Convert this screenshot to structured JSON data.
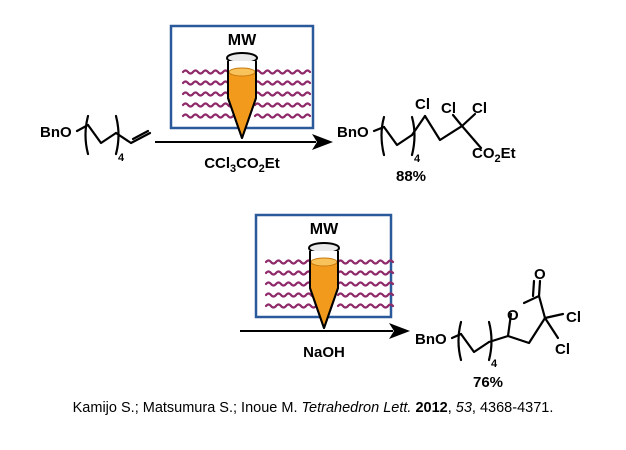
{
  "reaction1": {
    "reactant": {
      "protecting_group": "BnO",
      "chain_repeat": "4"
    },
    "reagent": {
      "main": "CCl",
      "sub1": "3",
      "mid": "CO",
      "sub2": "2",
      "end": "Et"
    },
    "microwave_label": "MW",
    "product": {
      "protecting_group": "BnO",
      "chain_repeat": "4",
      "chloro": "Cl",
      "ester_main": "CO",
      "ester_sub": "2",
      "ester_end": "Et"
    },
    "yield": "88%"
  },
  "reaction2": {
    "reagent": "NaOH",
    "microwave_label": "MW",
    "product": {
      "protecting_group": "BnO",
      "chain_repeat": "4",
      "ring_oxygen": "O",
      "carbonyl_oxygen": "O",
      "chloro": "Cl"
    },
    "yield": "76%"
  },
  "citation": {
    "authors": "Kamijo S.; Matsumura S.; Inoue M. ",
    "journal": "Tetrahedron Lett.",
    "year": "2012",
    "volume": "53",
    "pages": ", 4368-4371."
  },
  "colors": {
    "box_border": "#2b5a9c",
    "microwave_wave": "#8e2a6a",
    "tube_liquid": "#f29a1b",
    "tube_liquid_top": "#f7c35a"
  }
}
